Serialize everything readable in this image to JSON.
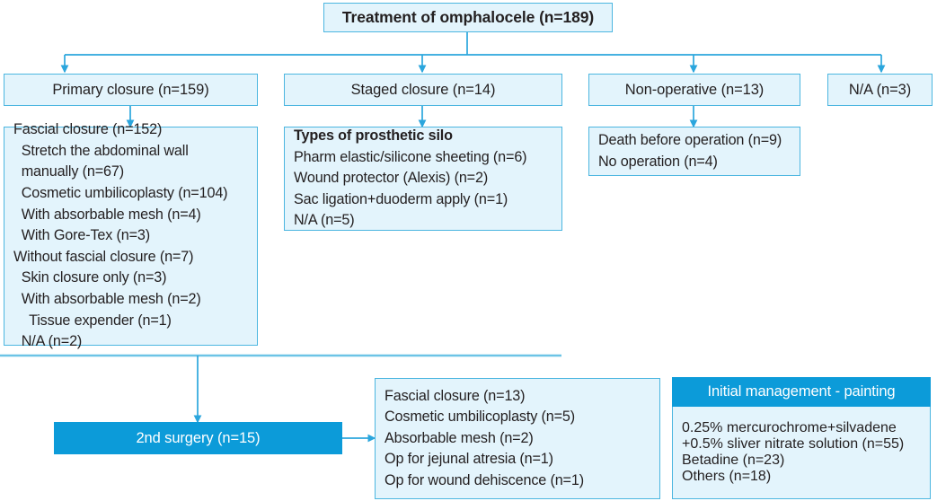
{
  "figure": {
    "type": "flowchart",
    "title": "Treatment of omphalocele (n=189)",
    "accent_color": "#0c9bd9",
    "box_fill": "#e3f4fc",
    "box_border": "#4cb6e0"
  },
  "root": {
    "label": "Treatment of omphalocele (n=189)"
  },
  "level2": [
    {
      "label": "Primary closure (n=159)"
    },
    {
      "label": "Staged closure (n=14)"
    },
    {
      "label": "Non-operative (n=13)"
    },
    {
      "label": "N/A (n=3)"
    }
  ],
  "primary_details": {
    "lines": [
      {
        "text": "Fascial closure (n=152)",
        "bold": false
      },
      {
        "text": "  Stretch the abdominal wall",
        "bold": false
      },
      {
        "text": "  manually (n=67)",
        "bold": false
      },
      {
        "text": "  Cosmetic umbilicoplasty (n=104)",
        "bold": false
      },
      {
        "text": "  With absorbable mesh (n=4)",
        "bold": false
      },
      {
        "text": "  With Gore-Tex (n=3)",
        "bold": false
      },
      {
        "text": "Without fascial closure (n=7)",
        "bold": false
      },
      {
        "text": "  Skin closure only (n=3)",
        "bold": false
      },
      {
        "text": "  With absorbable mesh (n=2)",
        "bold": false
      },
      {
        "text": "    Tissue expender (n=1)",
        "bold": false
      },
      {
        "text": "  N/A (n=2)",
        "bold": false
      }
    ]
  },
  "staged_details": {
    "lines": [
      {
        "text": "Types of prosthetic silo",
        "bold": true
      },
      {
        "text": "Pharm elastic/silicone sheeting (n=6)",
        "bold": false
      },
      {
        "text": "Wound protector (Alexis) (n=2)",
        "bold": false
      },
      {
        "text": "Sac ligation+duoderm apply (n=1)",
        "bold": false
      },
      {
        "text": "N/A (n=5)",
        "bold": false
      }
    ]
  },
  "nonoperative_details": {
    "lines": [
      {
        "text": "Death before operation (n=9)",
        "bold": false
      },
      {
        "text": "No operation (n=4)",
        "bold": false
      }
    ]
  },
  "second_surgery": {
    "label": "2nd surgery (n=15)"
  },
  "second_surgery_details": {
    "lines": [
      {
        "text": "Fascial closure (n=13)",
        "bold": false
      },
      {
        "text": "Cosmetic umbilicoplasty (n=5)",
        "bold": false
      },
      {
        "text": "Absorbable mesh (n=2)",
        "bold": false
      },
      {
        "text": "Op for jejunal atresia (n=1)",
        "bold": false
      },
      {
        "text": "Op for wound dehiscence (n=1)",
        "bold": false
      }
    ]
  },
  "initial_management": {
    "header": "Initial management - painting",
    "lines": [
      {
        "text": "0.25% mercurochrome+silvadene",
        "bold": false
      },
      {
        "text": "+0.5% sliver nitrate solution (n=55)",
        "bold": false
      },
      {
        "text": "Betadine (n=23)",
        "bold": false
      },
      {
        "text": "Others (n=18)",
        "bold": false
      }
    ]
  }
}
